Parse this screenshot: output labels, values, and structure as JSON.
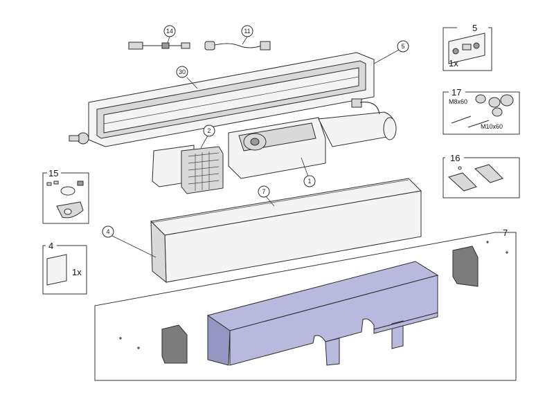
{
  "callouts": {
    "c14": "14",
    "c11": "11",
    "c5": "5",
    "c30": "30",
    "c2": "2",
    "c1": "1",
    "c7": "7",
    "c4": "4"
  },
  "boxes": {
    "box5": {
      "number": "5",
      "qty": "1x"
    },
    "box17": {
      "number": "17",
      "spec_a": "M8x60",
      "spec_b": "M10x60"
    },
    "box16": {
      "number": "16"
    },
    "box15": {
      "number": "15"
    },
    "box4": {
      "number": "4",
      "qty": "1x"
    },
    "box7": {
      "number": "7"
    }
  }
}
